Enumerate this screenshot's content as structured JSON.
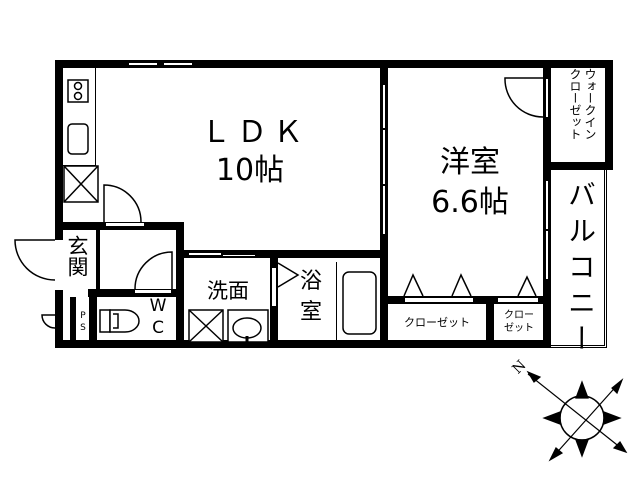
{
  "floor_plan": {
    "type": "1LDK apartment floor plan",
    "rooms": {
      "ldk": {
        "name": "ＬＤＫ",
        "size": "10帖"
      },
      "western_room": {
        "name": "洋室",
        "size": "6.6帖"
      },
      "walk_in_closet": {
        "name": "ウォークイン クローゼット",
        "line1": "ウォークイン",
        "line2": "クローゼット"
      },
      "balcony": {
        "name": "バルコニー"
      },
      "entrance": {
        "name": "玄関"
      },
      "toilet": {
        "name": "WC",
        "line1": "W",
        "line2": "C"
      },
      "pipe_space": {
        "name": "PS",
        "line1": "P",
        "line2": "S"
      },
      "washroom": {
        "name": "洗面"
      },
      "bathroom": {
        "name": "浴室",
        "line1": "浴",
        "line2": "室"
      },
      "closet_1": {
        "name": "クローゼット"
      },
      "closet_2": {
        "name": "クローゼット",
        "line1": "クロー",
        "line2": "ゼット"
      }
    },
    "compass": {
      "north_label": "N",
      "direction": "north-west (up-left)"
    },
    "colors": {
      "wall": "#000000",
      "background": "#ffffff"
    }
  }
}
